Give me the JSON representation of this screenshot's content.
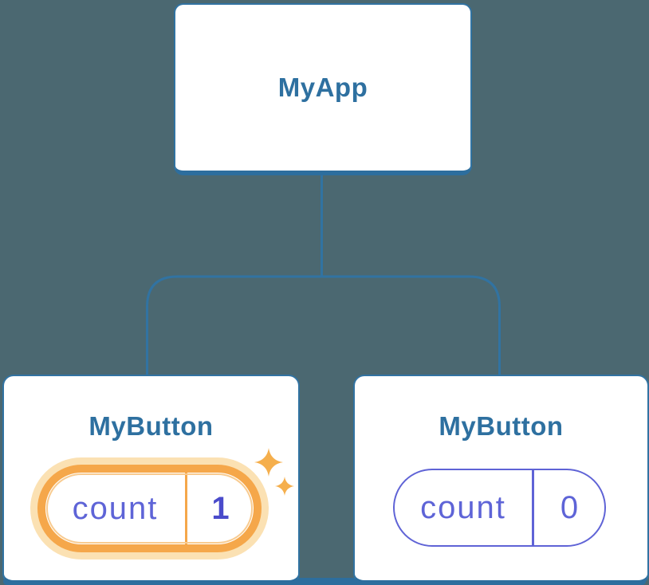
{
  "page": {
    "background": "#4B6871"
  },
  "palette": {
    "page_background": "#4B6871",
    "node_fill": "#FFFFFF",
    "node_border": "#3173A2",
    "node_border_bottom": "#2D6E9E",
    "connector": "#3173A2",
    "title_text": "#2E70A0",
    "state_text": "#5E64D7",
    "state_value_bold": "#4A4BCB",
    "pill_border": "#5F63D6",
    "highlight_orange": "#F5A74A",
    "highlight_halo": "#FBE1B3",
    "highlight_inner_ring": "#F8CB90",
    "sparkle": "#F5AF4D"
  },
  "icons": {
    "sparkle": "sparkle-icon"
  },
  "tree": {
    "root": {
      "label": "MyApp"
    },
    "children": [
      {
        "label": "MyButton",
        "highlighted": true,
        "state": {
          "name": "count",
          "value": "1"
        }
      },
      {
        "label": "MyButton",
        "highlighted": false,
        "state": {
          "name": "count",
          "value": "0"
        }
      }
    ]
  }
}
